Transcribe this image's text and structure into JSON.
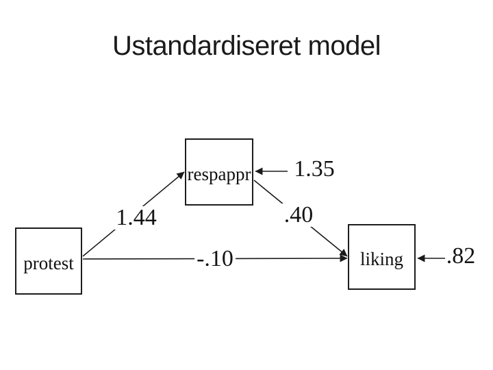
{
  "slide": {
    "title": "Ustandardiseret model",
    "background_color": "#ffffff",
    "title_color": "#1a1a1a"
  },
  "diagram": {
    "type": "path-model",
    "line_color": "#1a1a1a",
    "box_border_color": "#1c1c1c",
    "text_color": "#111111",
    "nodes": [
      {
        "id": "protest",
        "label": "protest"
      },
      {
        "id": "respappr",
        "label": "respappr"
      },
      {
        "id": "liking",
        "label": "liking"
      }
    ],
    "paths": [
      {
        "from": "protest",
        "to": "respappr",
        "kind": "direct",
        "coefficient": "1.44"
      },
      {
        "from": "respappr",
        "to": "liking",
        "kind": "direct",
        "coefficient": ".40"
      },
      {
        "from": "protest",
        "to": "liking",
        "kind": "direct",
        "coefficient": "-.10"
      },
      {
        "from": "",
        "to": "respappr",
        "kind": "error",
        "coefficient": "1.35"
      },
      {
        "from": "",
        "to": "liking",
        "kind": "error",
        "coefficient": ".82"
      }
    ]
  }
}
